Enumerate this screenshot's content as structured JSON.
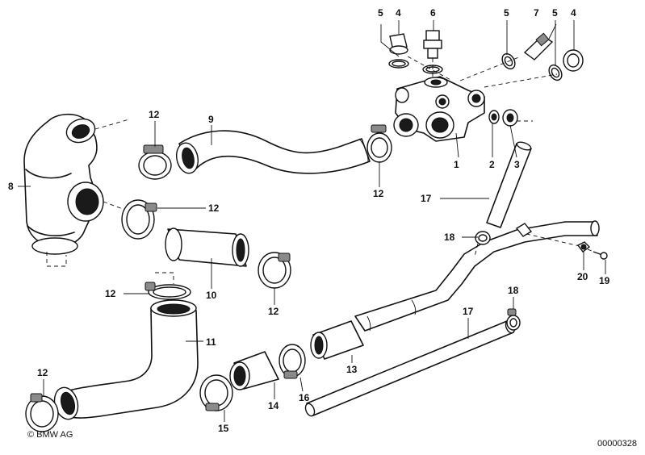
{
  "diagram": {
    "callouts": [
      {
        "id": "c1",
        "text": "1"
      },
      {
        "id": "c2",
        "text": "2"
      },
      {
        "id": "c3",
        "text": "3"
      },
      {
        "id": "c4a",
        "text": "4"
      },
      {
        "id": "c4b",
        "text": "4"
      },
      {
        "id": "c5a",
        "text": "5"
      },
      {
        "id": "c5b",
        "text": "5"
      },
      {
        "id": "c5c",
        "text": "5"
      },
      {
        "id": "c6",
        "text": "6"
      },
      {
        "id": "c7",
        "text": "7"
      },
      {
        "id": "c8",
        "text": "8"
      },
      {
        "id": "c9",
        "text": "9"
      },
      {
        "id": "c10",
        "text": "10"
      },
      {
        "id": "c11",
        "text": "11"
      },
      {
        "id": "c12a",
        "text": "12"
      },
      {
        "id": "c12b",
        "text": "12"
      },
      {
        "id": "c12c",
        "text": "12"
      },
      {
        "id": "c12d",
        "text": "12"
      },
      {
        "id": "c12e",
        "text": "12"
      },
      {
        "id": "c12f",
        "text": "12"
      },
      {
        "id": "c13",
        "text": "13"
      },
      {
        "id": "c14",
        "text": "14"
      },
      {
        "id": "c15",
        "text": "15"
      },
      {
        "id": "c16",
        "text": "16"
      },
      {
        "id": "c17a",
        "text": "17"
      },
      {
        "id": "c17b",
        "text": "17"
      },
      {
        "id": "c18a",
        "text": "18"
      },
      {
        "id": "c18b",
        "text": "18"
      },
      {
        "id": "c19",
        "text": "19"
      },
      {
        "id": "c20",
        "text": "20"
      }
    ],
    "copyright": "© BMW AG",
    "diagram_number": "00000328"
  },
  "colors": {
    "ink": "#111111",
    "background": "#ffffff"
  }
}
